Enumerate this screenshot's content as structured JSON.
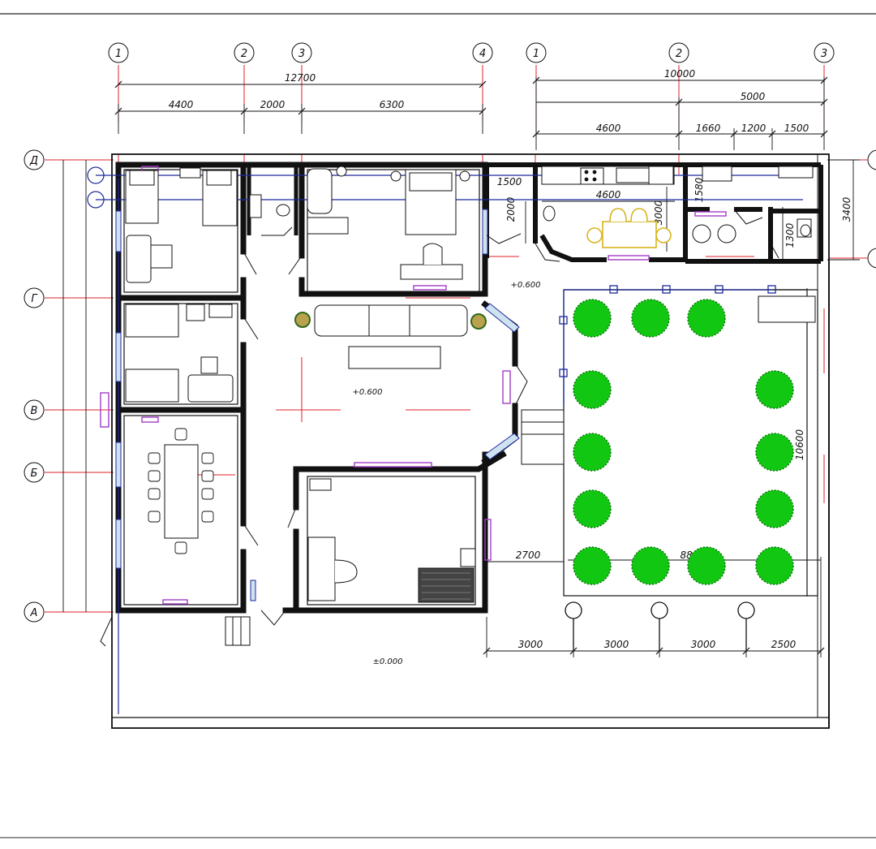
{
  "plan": {
    "axes_top_left": [
      "1",
      "2",
      "3",
      "4"
    ],
    "axes_top_right": [
      "1",
      "2",
      "3"
    ],
    "axes_left": [
      "Д",
      "Г",
      "В",
      "Б",
      "А"
    ],
    "dims": {
      "total_left": "12700",
      "left_1": "4400",
      "left_2": "2000",
      "left_3": "6300",
      "total_right": "10000",
      "right_half": "5000",
      "kitchen_width": "4600",
      "kitchen_width_inner": "4600",
      "right_1": "1660",
      "right_2": "1200",
      "right_3": "1500",
      "right_height": "3400",
      "wc_width": "1500",
      "wc_height": "2000",
      "kitchen_height": "3000",
      "hall_right": "1580",
      "toilet_height": "1300",
      "terrace_height": "10600",
      "terrace_width": "880",
      "terrace_offset": "2700",
      "bottom_1": "3000",
      "bottom_2": "3000",
      "bottom_3": "3000",
      "bottom_4": "2500"
    },
    "levels": {
      "hall": "+0.600",
      "kitchen_hall": "+0.600",
      "ground": "±0.000"
    },
    "colors": {
      "wall": "#000000",
      "axis_line": "#e0202a",
      "pipe": "#1c2a9c",
      "window": "#a23cc8",
      "tree": "#12c712",
      "table": "#d8b41e"
    }
  }
}
